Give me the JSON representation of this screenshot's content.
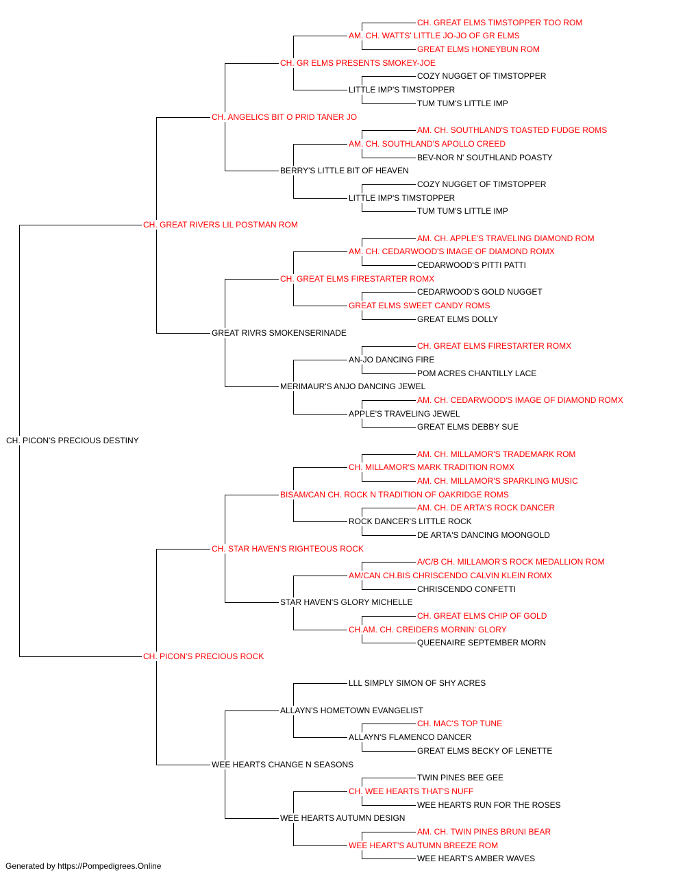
{
  "colors": {
    "champion": "#ff0000",
    "normal": "#000000",
    "line": "#000000"
  },
  "footer": "Generated by https://Pompedigrees.Online",
  "pedigree": {
    "name": "CH. PICON'S PRECIOUS DESTINY",
    "red": false,
    "sire": {
      "name": "CH. GREAT RIVERS LIL POSTMAN ROM",
      "red": true,
      "sire": {
        "name": "CH. ANGELICS BIT O PRID TANER JO",
        "red": true,
        "sire": {
          "name": "CH. GR ELMS PRESENTS SMOKEY-JOE",
          "red": true,
          "sire": {
            "name": "AM. CH. WATTS' LITTLE JO-JO OF GR ELMS",
            "red": true,
            "sire": {
              "name": "CH. GREAT ELMS TIMSTOPPER TOO ROM",
              "red": true
            },
            "dam": {
              "name": "GREAT ELMS HONEYBUN ROM",
              "red": true
            }
          },
          "dam": {
            "name": "LITTLE IMP'S TIMSTOPPER",
            "red": false,
            "sire": {
              "name": "COZY NUGGET OF TIMSTOPPER",
              "red": false
            },
            "dam": {
              "name": "TUM TUM'S LITTLE IMP",
              "red": false
            }
          }
        },
        "dam": {
          "name": "BERRY'S LITTLE BIT OF HEAVEN",
          "red": false,
          "sire": {
            "name": "AM. CH. SOUTHLAND'S APOLLO CREED",
            "red": true,
            "sire": {
              "name": "AM. CH. SOUTHLAND'S TOASTED FUDGE ROMS",
              "red": true
            },
            "dam": {
              "name": "BEV-NOR N' SOUTHLAND POASTY",
              "red": false
            }
          },
          "dam": {
            "name": "LITTLE IMP'S TIMSTOPPER",
            "red": false,
            "sire": {
              "name": "COZY NUGGET OF TIMSTOPPER",
              "red": false
            },
            "dam": {
              "name": "TUM TUM'S LITTLE IMP",
              "red": false
            }
          }
        }
      },
      "dam": {
        "name": "GREAT RIVRS SMOKENSERINADE",
        "red": false,
        "sire": {
          "name": "CH. GREAT ELMS FIRESTARTER ROMX",
          "red": true,
          "sire": {
            "name": "AM. CH. CEDARWOOD'S IMAGE OF DIAMOND ROMX",
            "red": true,
            "sire": {
              "name": "AM. CH. APPLE'S TRAVELING DIAMOND ROM",
              "red": true
            },
            "dam": {
              "name": "CEDARWOOD'S PITTI PATTI",
              "red": false
            }
          },
          "dam": {
            "name": "GREAT ELMS SWEET CANDY ROMS",
            "red": true,
            "sire": {
              "name": "CEDARWOOD'S GOLD NUGGET",
              "red": false
            },
            "dam": {
              "name": "GREAT ELMS DOLLY",
              "red": false
            }
          }
        },
        "dam": {
          "name": "MERIMAUR'S ANJO DANCING JEWEL",
          "red": false,
          "sire": {
            "name": "AN-JO DANCING FIRE",
            "red": false,
            "sire": {
              "name": "CH. GREAT ELMS FIRESTARTER ROMX",
              "red": true
            },
            "dam": {
              "name": "POM ACRES CHANTILLY LACE",
              "red": false
            }
          },
          "dam": {
            "name": "APPLE'S TRAVELING JEWEL",
            "red": false,
            "sire": {
              "name": "AM. CH. CEDARWOOD'S IMAGE OF DIAMOND ROMX",
              "red": true
            },
            "dam": {
              "name": "GREAT ELMS DEBBY SUE",
              "red": false
            }
          }
        }
      }
    },
    "dam": {
      "name": "CH. PICON'S PRECIOUS ROCK",
      "red": true,
      "sire": {
        "name": "CH. STAR HAVEN'S RIGHTEOUS ROCK",
        "red": true,
        "sire": {
          "name": "BISAM/CAN CH. ROCK N TRADITION OF OAKRIDGE ROMS",
          "red": true,
          "sire": {
            "name": "CH. MILLAMOR'S MARK TRADITION ROMX",
            "red": true,
            "sire": {
              "name": "AM. CH. MILLAMOR'S TRADEMARK ROM",
              "red": true
            },
            "dam": {
              "name": "AM. CH. MILLAMOR'S SPARKLING MUSIC",
              "red": true
            }
          },
          "dam": {
            "name": "ROCK DANCER'S LITTLE ROCK",
            "red": false,
            "sire": {
              "name": "AM. CH. DE ARTA'S ROCK DANCER",
              "red": true
            },
            "dam": {
              "name": "DE ARTA'S DANCING MOONGOLD",
              "red": false
            }
          }
        },
        "dam": {
          "name": "STAR HAVEN'S GLORY MICHELLE",
          "red": false,
          "sire": {
            "name": "AM/CAN CH.BIS CHRISCENDO CALVIN KLEIN ROMX",
            "red": true,
            "sire": {
              "name": "A/C/B CH. MILLAMOR'S ROCK MEDALLION ROM",
              "red": true
            },
            "dam": {
              "name": "CHRISCENDO CONFETTI",
              "red": false
            }
          },
          "dam": {
            "name": "CH.AM. CH. CREIDERS MORNIN' GLORY",
            "red": true,
            "sire": {
              "name": "CH. GREAT ELMS CHIP OF GOLD",
              "red": true
            },
            "dam": {
              "name": "QUEENAIRE SEPTEMBER MORN",
              "red": false
            }
          }
        }
      },
      "dam": {
        "name": "WEE HEARTS CHANGE N SEASONS",
        "red": false,
        "sire": {
          "name": "ALLAYN'S HOMETOWN EVANGELIST",
          "red": false,
          "sire": {
            "name": "LLL SIMPLY SIMON OF SHY ACRES",
            "red": false
          },
          "dam": {
            "name": "ALLAYN'S FLAMENCO DANCER",
            "red": false,
            "sire": {
              "name": "CH. MAC'S TOP TUNE",
              "red": true
            },
            "dam": {
              "name": "GREAT ELMS BECKY OF LENETTE",
              "red": false
            }
          }
        },
        "dam": {
          "name": "WEE HEARTS AUTUMN DESIGN",
          "red": false,
          "sire": {
            "name": "CH. WEE HEARTS THAT'S NUFF",
            "red": true,
            "sire": {
              "name": "TWIN PINES BEE GEE",
              "red": false
            },
            "dam": {
              "name": "WEE HEARTS RUN FOR THE ROSES",
              "red": false
            }
          },
          "dam": {
            "name": "WEE HEART'S AUTUMN BREEZE ROM",
            "red": true,
            "sire": {
              "name": "AM. CH. TWIN PINES BRUNI BEAR",
              "red": true
            },
            "dam": {
              "name": "WEE HEART'S AMBER WAVES",
              "red": false
            }
          }
        }
      }
    }
  }
}
